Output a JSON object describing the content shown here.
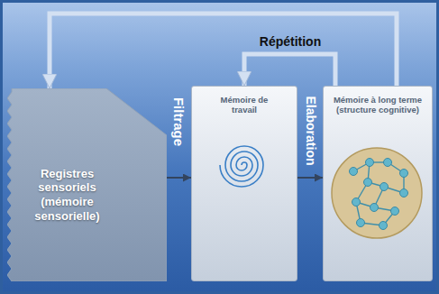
{
  "diagram": {
    "nodes": [
      {
        "text": [
          "Registres sensoriels (mémoire sensorielle)"
        ]
      },
      {
        "text": [
          "Mémoire de travail"
        ]
      },
      {
        "text": [
          "Mémoire à long terme (structure cognitive)"
        ]
      }
    ],
    "edges": [
      {
        "from": 0,
        "to": 1,
        "arrow": "to",
        "label": "Filtrage"
      },
      {
        "from": 1,
        "to": 2,
        "arrow": "to",
        "label": "Elaboration"
      },
      {
        "from": 2,
        "to": 1,
        "arrow": "to",
        "label": "Répétition"
      },
      {
        "from": 2,
        "to": 0,
        "arrow": "to"
      }
    ]
  }
}
